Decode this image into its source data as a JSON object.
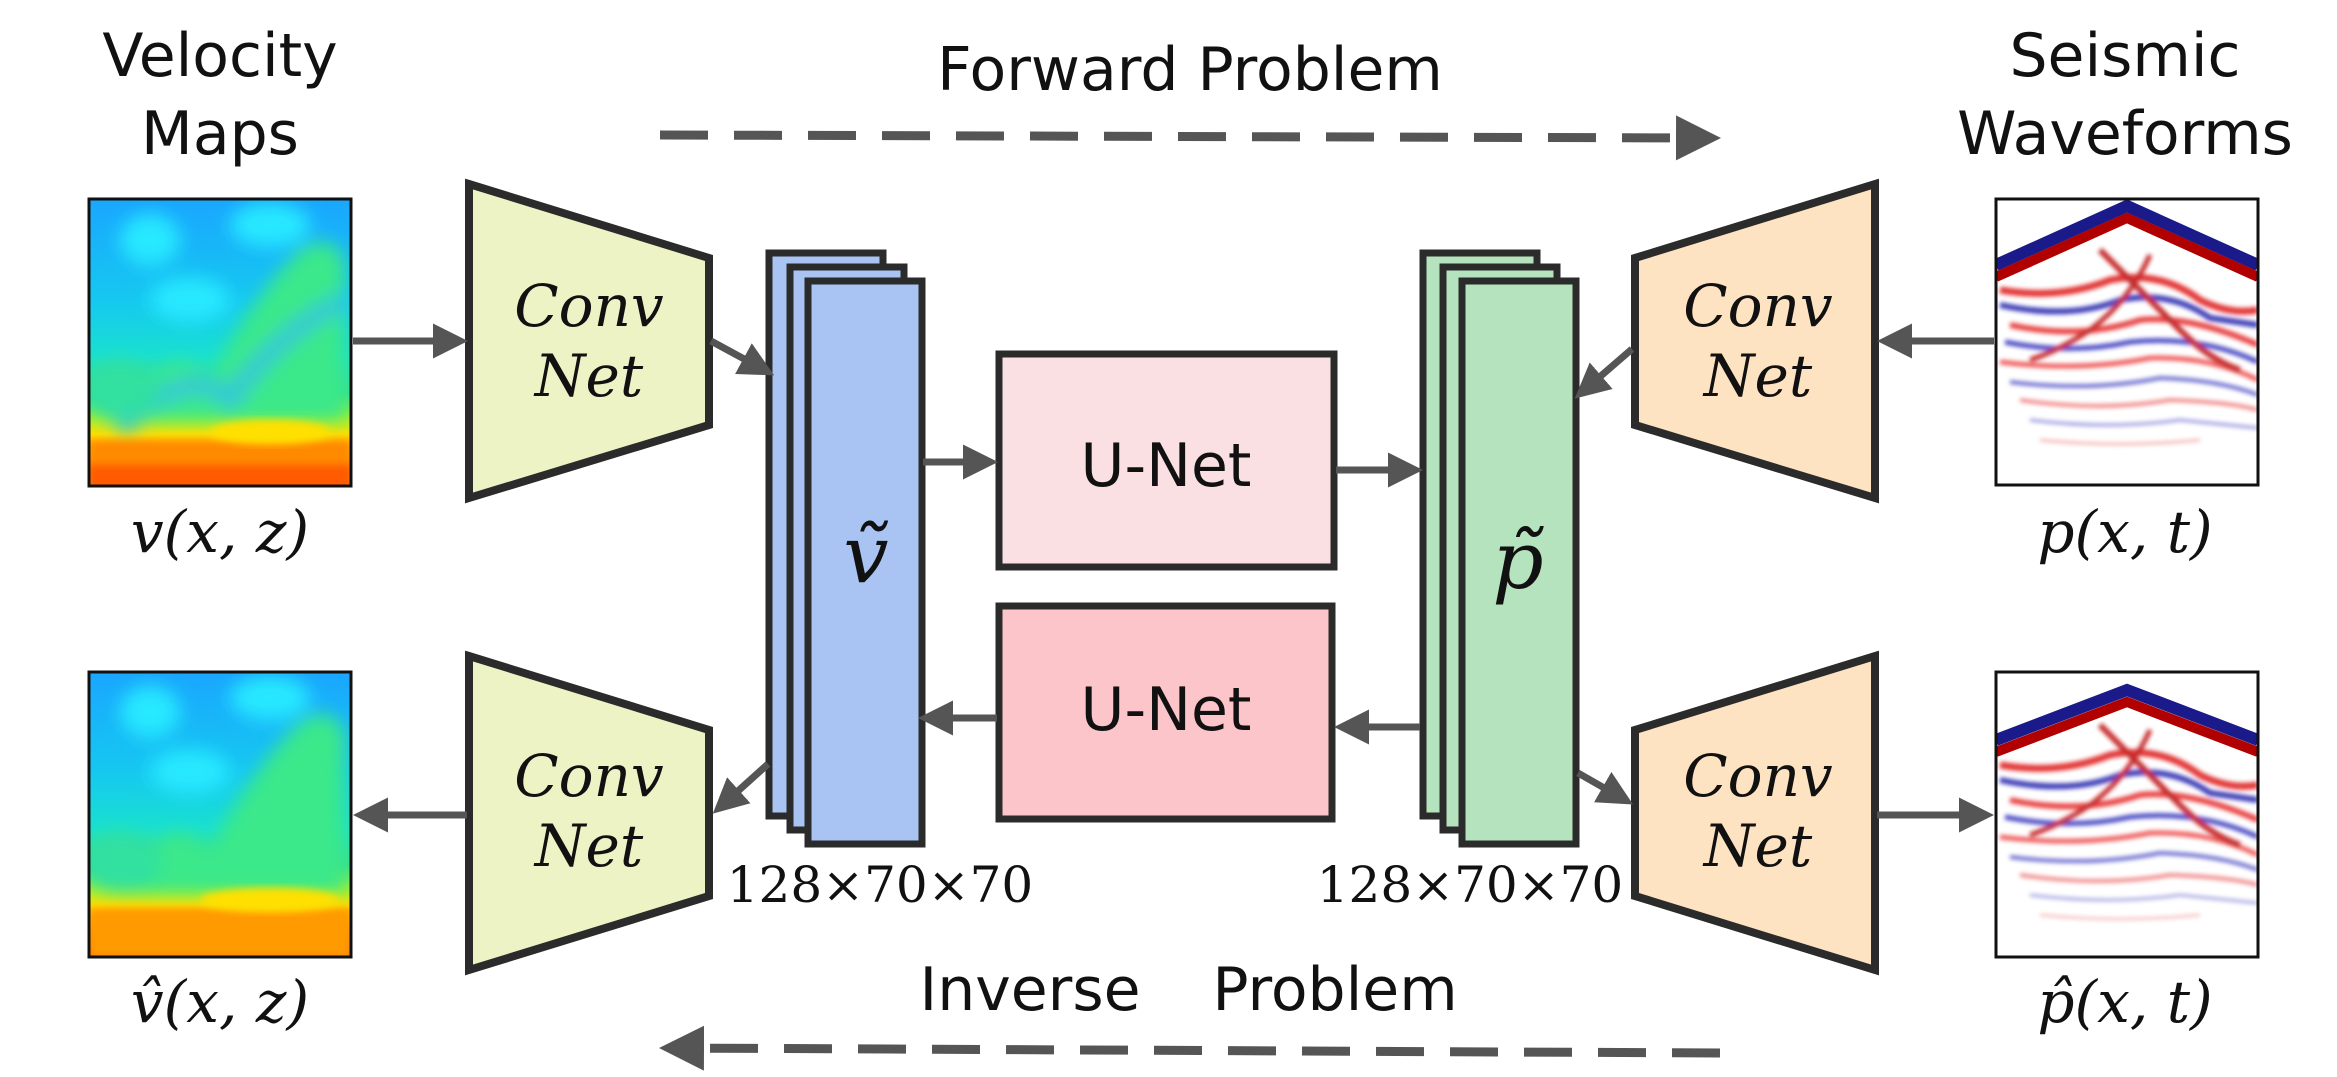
{
  "colors": {
    "stroke": "#2b2b2b",
    "arrow": "#555555",
    "convnet_velocity": "#eef3c6",
    "convnet_seismic": "#fde3c1",
    "latent_v": "#a9c4f3",
    "latent_p": "#b5e3be",
    "unet_forward": "#fbe0e3",
    "unet_inverse": "#fcc5ca"
  },
  "labels": {
    "velocity_title_1": "Velocity",
    "velocity_title_2": "Maps",
    "seismic_title_1": "Seismic",
    "seismic_title_2": "Waveforms",
    "forward_problem": "Forward Problem",
    "inverse_problem_1": "Inverse",
    "inverse_problem_2": "Problem",
    "v_input": "v(x, z)",
    "v_output": "v̂(x, z)",
    "p_input": "p(x, t)",
    "p_output": "p̂(x, t)",
    "v_latent": "ṽ",
    "p_latent": "p̃",
    "v_latent_dims": "128×70×70",
    "p_latent_dims": "128×70×70"
  },
  "blocks": {
    "convnet_line_1": "Conv",
    "convnet_line_2": "Net",
    "unet_forward": "U-Net",
    "unet_inverse": "U-Net"
  }
}
